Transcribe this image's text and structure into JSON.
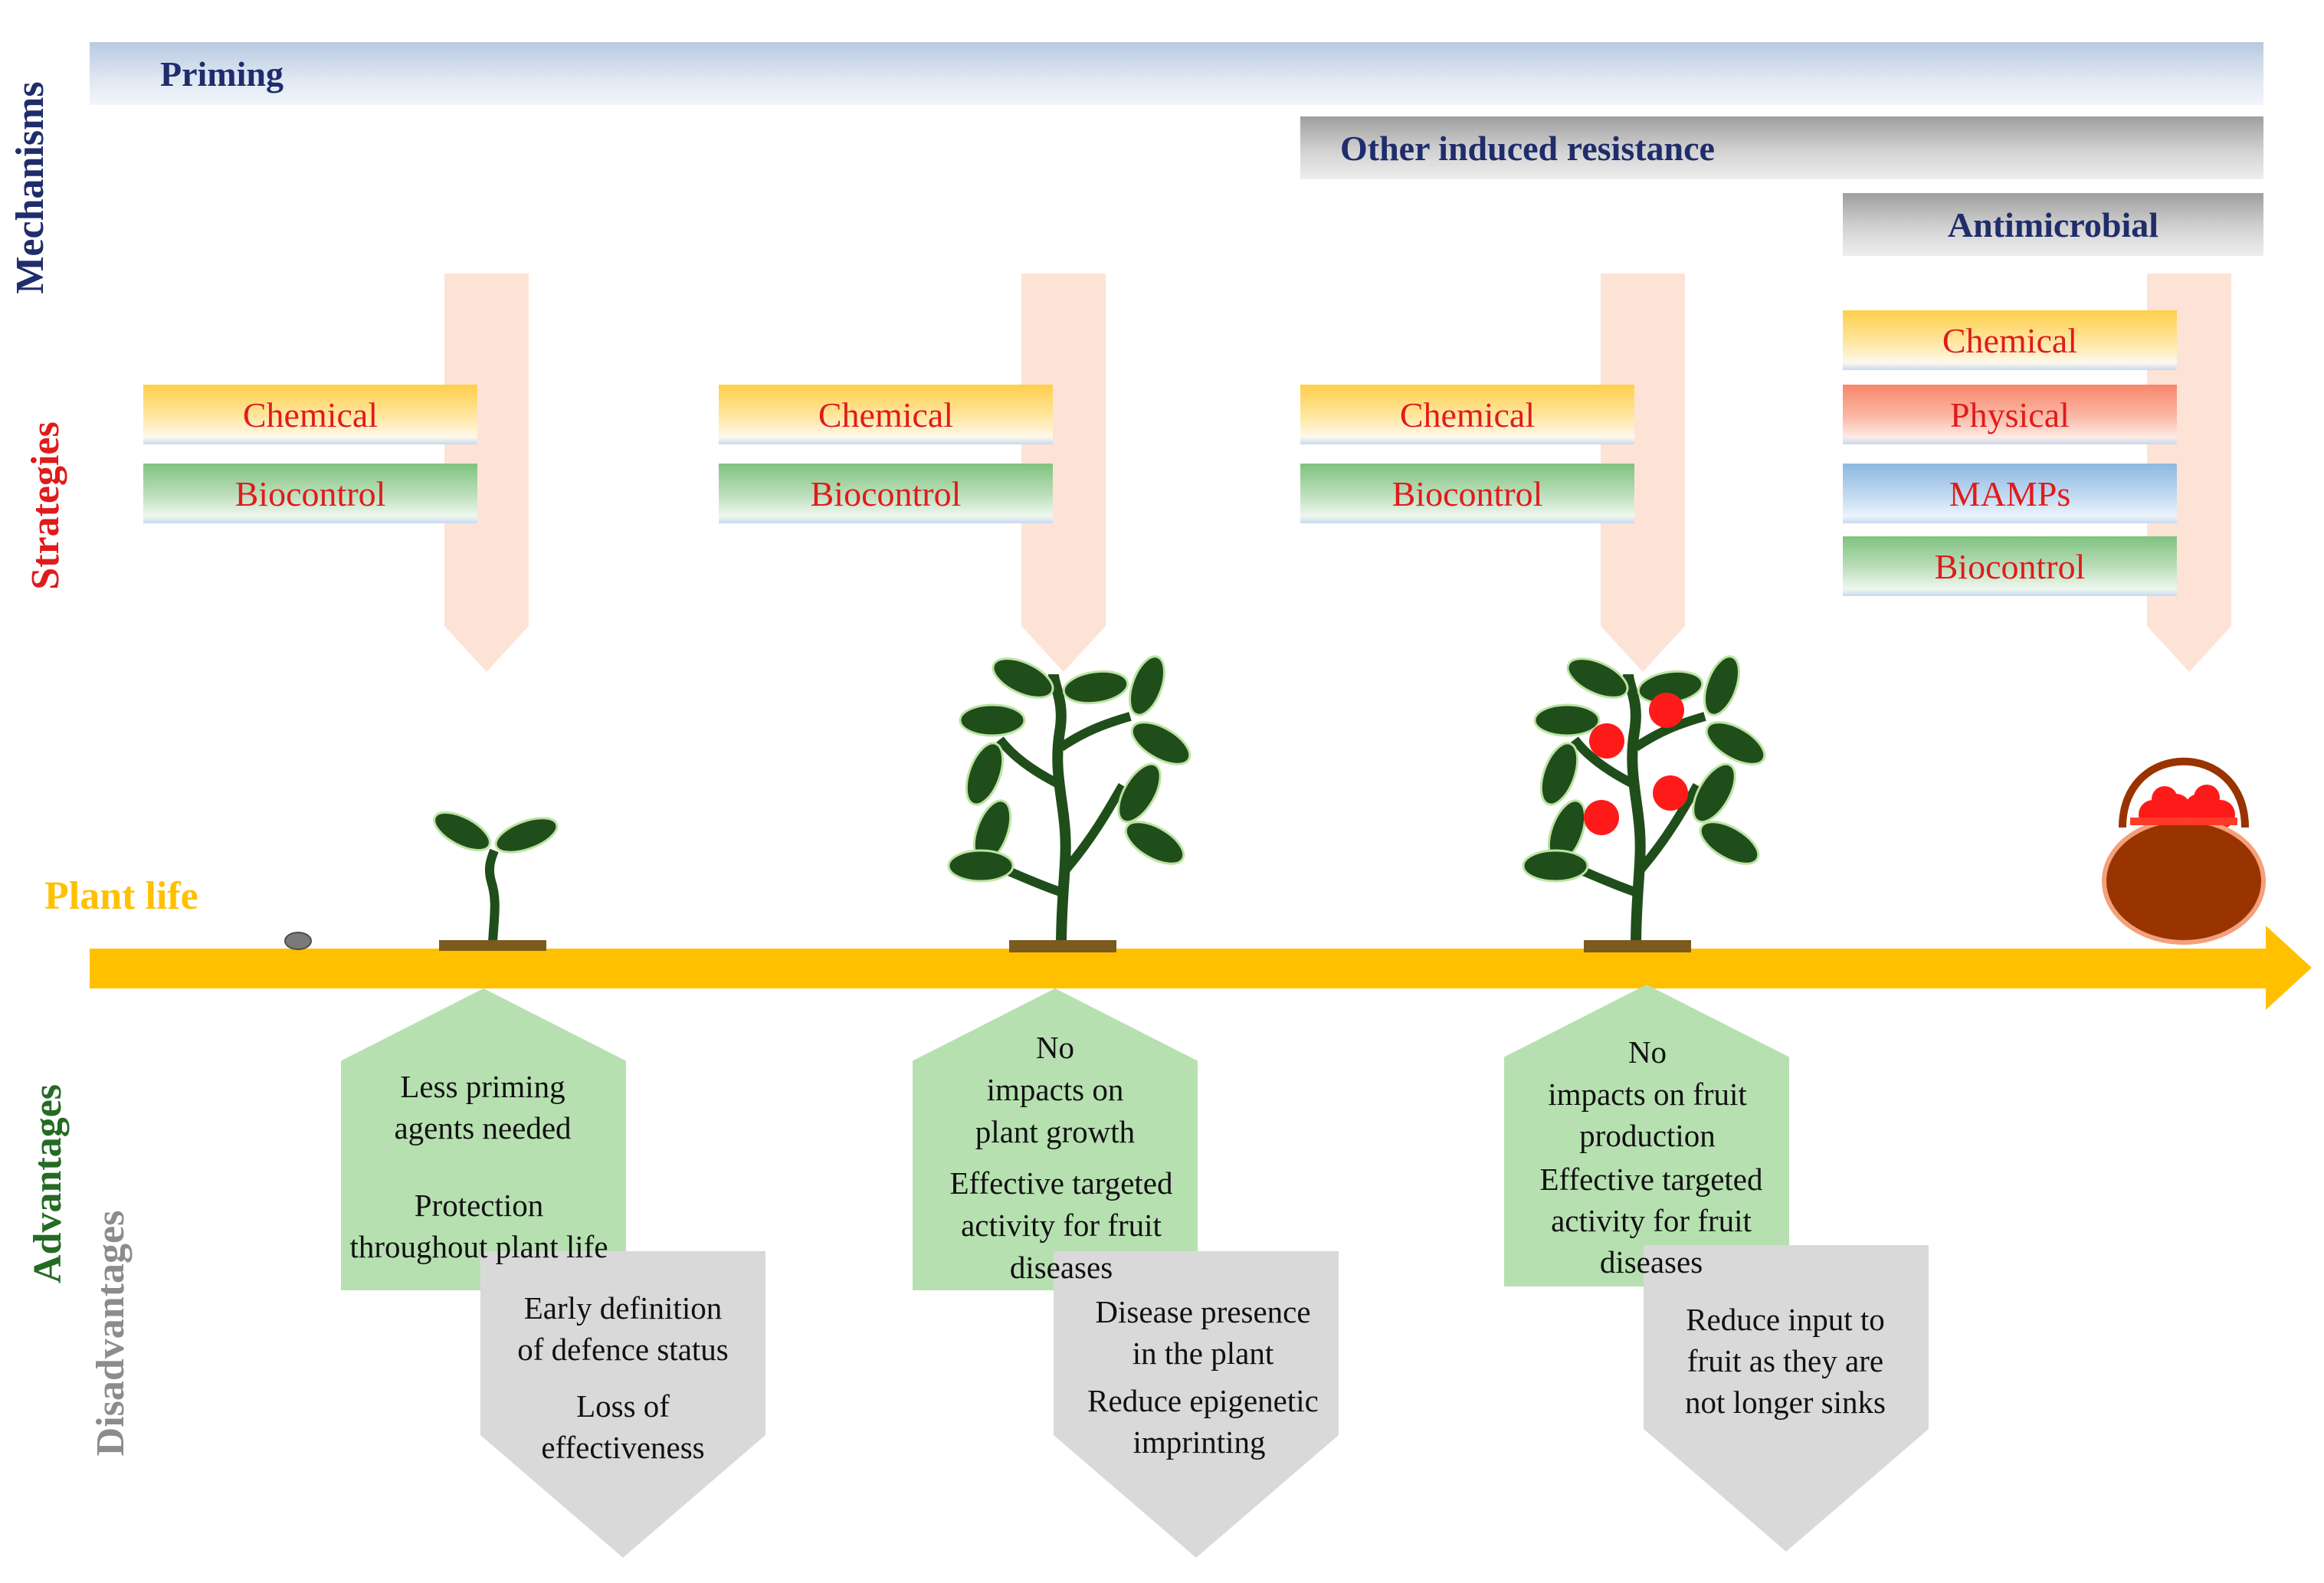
{
  "side_labels": {
    "mechanisms": "Mechanisms",
    "strategies": "Strategies",
    "advantages": "Advantages",
    "disadvantages": "Disadvantages"
  },
  "mechanisms": {
    "priming": "Priming",
    "other_induced_resistance": "Other induced resistance",
    "antimicrobial": "Antimicrobial"
  },
  "strategies": {
    "stage1": [
      "Chemical",
      "Biocontrol"
    ],
    "stage2": [
      "Chemical",
      "Biocontrol"
    ],
    "stage3": [
      "Chemical",
      "Biocontrol"
    ],
    "stage4": [
      "Chemical",
      "Physical",
      "MAMPs",
      "Biocontrol"
    ]
  },
  "timeline": {
    "label": "Plant life"
  },
  "advantages": {
    "stage1": [
      "Less priming",
      "agents needed",
      "",
      "Protection",
      "throughout plant life"
    ],
    "stage2": [
      "No",
      "impacts on",
      "plant growth",
      "Effective targeted",
      "activity for fruit",
      "diseases"
    ],
    "stage3": [
      "No",
      "impacts on fruit",
      "production",
      "Effective targeted",
      "activity for fruit",
      "diseases"
    ]
  },
  "disadvantages": {
    "stage1": [
      "Early definition",
      "of defence status",
      "Loss of",
      "effectiveness"
    ],
    "stage2": [
      "Disease presence",
      "in the plant",
      "Reduce epigenetic",
      "imprinting"
    ],
    "stage3": [
      "Reduce input to",
      "fruit as they are",
      "not longer sinks"
    ]
  },
  "colors": {
    "mechanism_text": "#1f2d6b",
    "strategy_text": "#e01b1b",
    "advantages_label": "#246b24",
    "disadvantages_label": "#8c8c8c",
    "timeline": "#ffc000",
    "arrow_fill": "#fde3d6",
    "leaf": "#1f4e1a",
    "fruit": "#ff1a1a",
    "basket": "#993300",
    "advantage_fill": "#b7e0b1",
    "disadvantage_fill": "#d9d9d9"
  },
  "icons": [
    "seed-icon",
    "seedling-icon",
    "young-plant-icon",
    "fruiting-plant-icon",
    "fruit-basket-icon"
  ]
}
